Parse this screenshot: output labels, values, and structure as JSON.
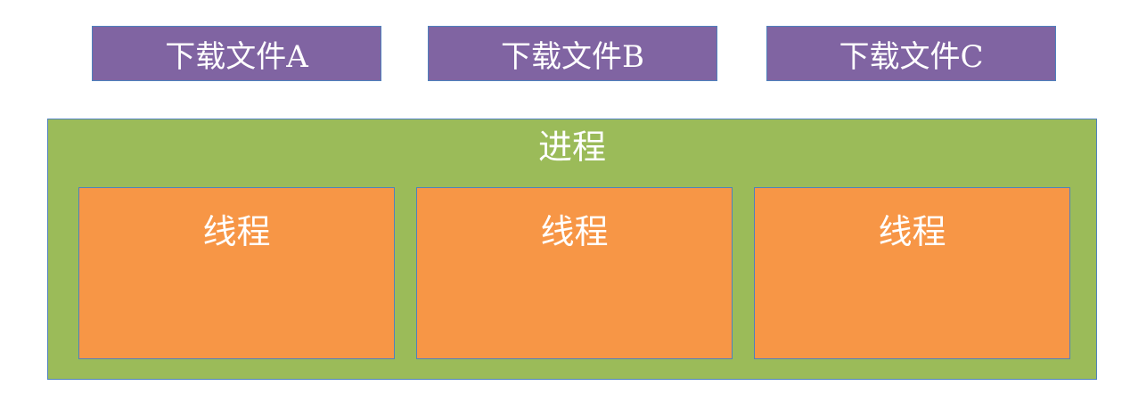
{
  "tasks": [
    {
      "label": "下载文件A"
    },
    {
      "label": "下载文件B"
    },
    {
      "label": "下载文件C"
    }
  ],
  "process": {
    "label": "进程",
    "threads": [
      {
        "label": "线程"
      },
      {
        "label": "线程"
      },
      {
        "label": "线程"
      }
    ]
  },
  "colors": {
    "task_fill": "#8064a2",
    "process_fill": "#9bbb59",
    "thread_fill": "#f79646",
    "border": "#4f81bd",
    "text": "#ffffff"
  }
}
